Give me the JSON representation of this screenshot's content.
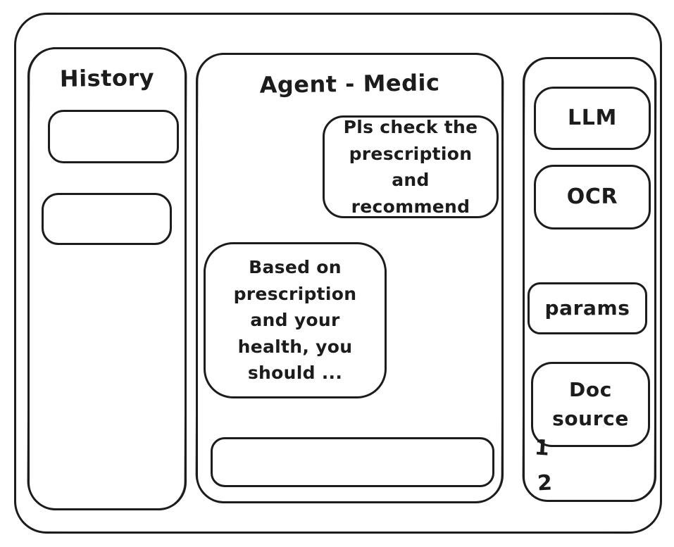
{
  "colors": {
    "stroke": "#1c1c1c",
    "background": "#ffffff"
  },
  "history_panel": {
    "title": "History",
    "items": [
      "",
      ""
    ]
  },
  "chat_panel": {
    "title": "Agent - Medic",
    "messages": [
      {
        "role": "user",
        "text": "Pls check the prescription and recommend"
      },
      {
        "role": "assistant",
        "text": "Based on prescription and your health, you should ..."
      }
    ],
    "input": {
      "value": ""
    }
  },
  "tools_panel": {
    "items": [
      {
        "label": "LLM"
      },
      {
        "label": "OCR"
      },
      {
        "label": "params"
      },
      {
        "label": "Doc source"
      }
    ],
    "footnotes": [
      "1",
      "2"
    ]
  }
}
